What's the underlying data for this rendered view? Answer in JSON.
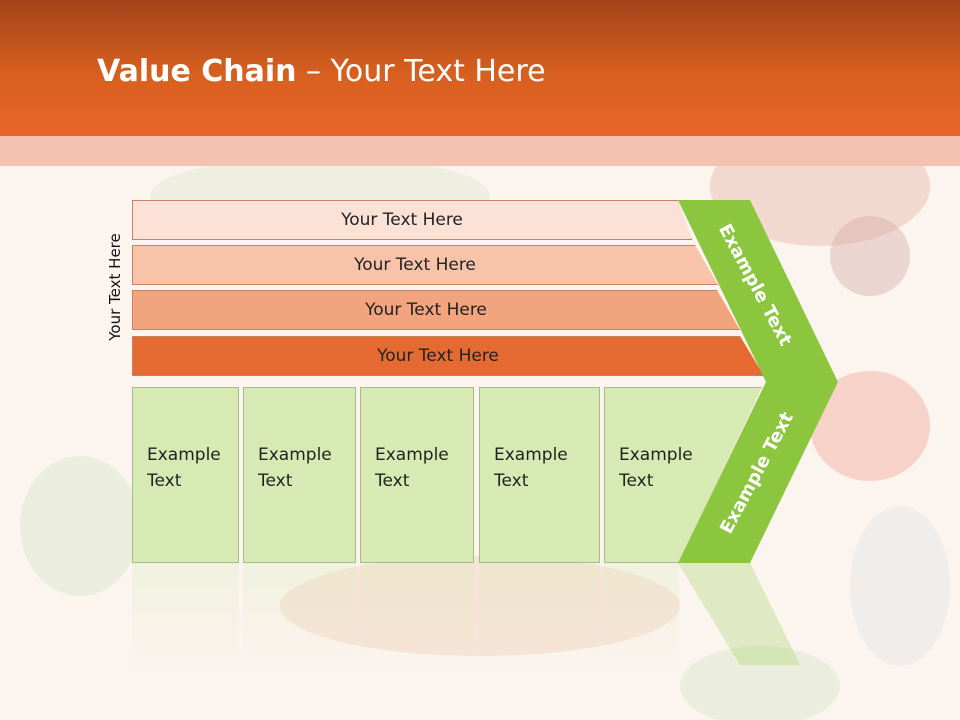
{
  "slide": {
    "title_bold": "Value Chain",
    "title_rest": " – Your Text Here"
  },
  "diagram": {
    "side_label": "Your Text Here",
    "bars": [
      "Your Text Here",
      "Your Text Here",
      "Your Text Here",
      "Your Text Here"
    ],
    "boxes": [
      {
        "line1": "Example",
        "line2": "Text"
      },
      {
        "line1": "Example",
        "line2": "Text"
      },
      {
        "line1": "Example",
        "line2": "Text"
      },
      {
        "line1": "Example",
        "line2": "Text"
      },
      {
        "line1": "Example",
        "line2": "Text"
      }
    ],
    "chevron_top": "Example Text",
    "chevron_bottom": "Example Text"
  },
  "colors": {
    "header": "#d8601f",
    "bar_1": "#fbe1d6",
    "bar_2": "#f7c4aa",
    "bar_3": "#f2a47e",
    "bar_4": "#e56a31",
    "box": "#d8eab4",
    "chevron": "#8cc63f"
  }
}
